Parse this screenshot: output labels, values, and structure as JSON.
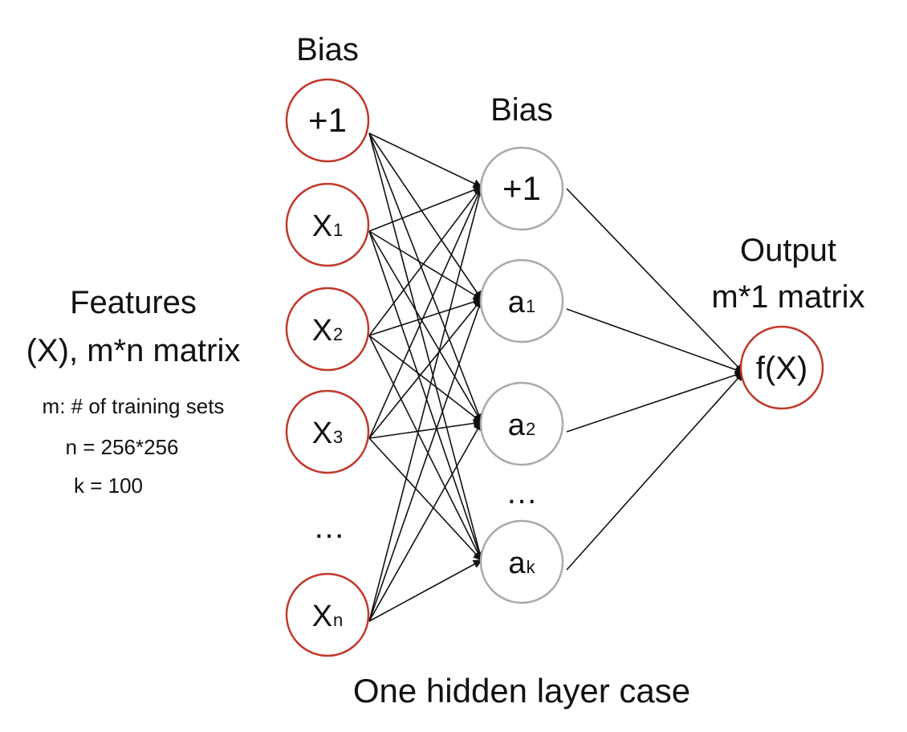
{
  "labels": {
    "bias_input": "Bias",
    "bias_hidden": "Bias",
    "output_title": "Output",
    "output_matrix": "m*1 matrix",
    "features_title": "Features",
    "features_matrix": "(X), m*n matrix",
    "note_m": "m: # of training sets",
    "note_n": "n = 256*256",
    "note_k": "k = 100",
    "caption": "One hidden layer case",
    "input_ellipsis": "…",
    "hidden_ellipsis": "…"
  },
  "input_nodes": [
    {
      "base": "+1",
      "sub": ""
    },
    {
      "base": "X",
      "sub": "1"
    },
    {
      "base": "X",
      "sub": "2"
    },
    {
      "base": "X",
      "sub": "3"
    },
    {
      "base": "X",
      "sub": "n"
    }
  ],
  "hidden_nodes": [
    {
      "base": "+1",
      "sub": ""
    },
    {
      "base": "a",
      "sub": "1"
    },
    {
      "base": "a",
      "sub": "2"
    },
    {
      "base": "a",
      "sub": "k"
    }
  ],
  "output_node": {
    "base": "f(X)",
    "sub": ""
  },
  "colors": {
    "input_stroke": "#c0392b",
    "hidden_stroke": "#aaaaaa",
    "output_stroke": "#c0392b",
    "edge": "#111111"
  }
}
